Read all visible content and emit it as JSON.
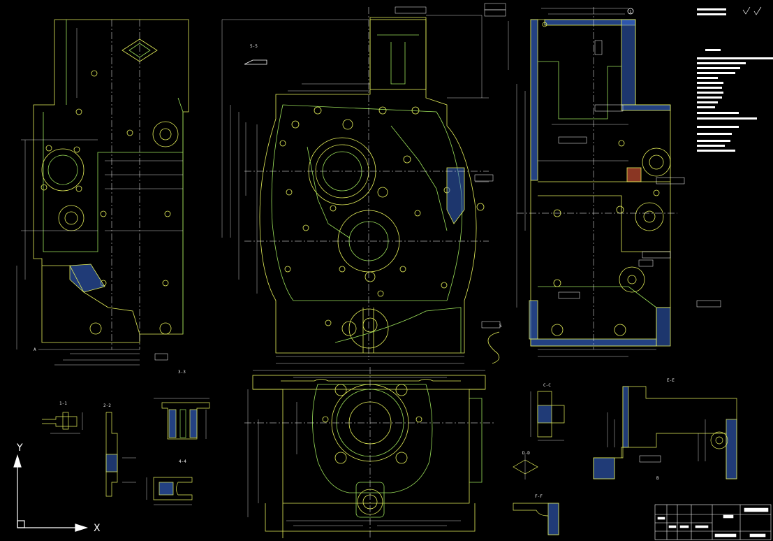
{
  "drawing": {
    "title": "",
    "background": "#000000",
    "colors": {
      "outline": "#e6f05a",
      "dimension": "#ffffff",
      "centerline": "#ffffff",
      "hatch": "#3a6cd9",
      "hole": "#e6f05a",
      "hidden": "#9be05a"
    },
    "views": [
      {
        "name": "left-elevation"
      },
      {
        "name": "main-front-view"
      },
      {
        "name": "right-section-view"
      },
      {
        "name": "bottom-plan-view"
      },
      {
        "name": "section-detail-1",
        "label": "1-1"
      },
      {
        "name": "section-detail-2",
        "label": "2-2"
      },
      {
        "name": "section-detail-3",
        "label": "3-3"
      },
      {
        "name": "section-detail-4",
        "label": "4-4"
      },
      {
        "name": "section-detail-5",
        "label": "5-5"
      },
      {
        "name": "section-detail-6",
        "label": "C-C"
      },
      {
        "name": "section-detail-7",
        "label": "D-D"
      },
      {
        "name": "section-detail-8",
        "label": "F-F"
      },
      {
        "name": "section-detail-9",
        "label": "E-E"
      }
    ],
    "ucs": {
      "y_label": "Y",
      "x_label": "X"
    },
    "view_labels": {
      "section_s": "S",
      "view_a": "A",
      "view_b": "B",
      "circle_1": "1"
    }
  }
}
